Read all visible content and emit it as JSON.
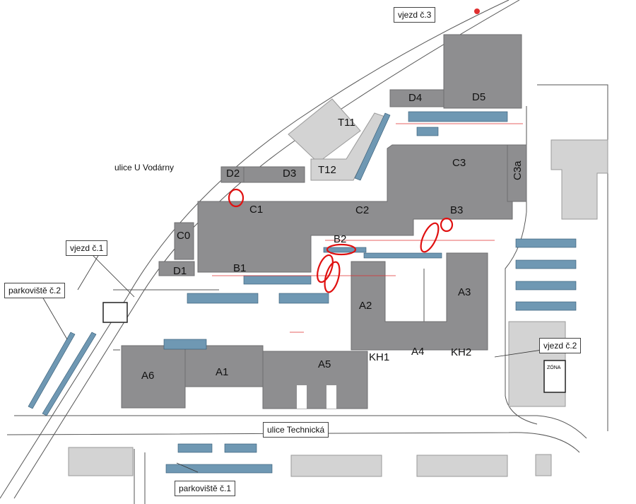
{
  "map": {
    "buildings": [
      "D5",
      "D4",
      "T11",
      "T12",
      "D2",
      "D3",
      "C1",
      "C2",
      "C3",
      "C3a",
      "B3",
      "B2",
      "C0",
      "D1",
      "B1",
      "A2",
      "A3",
      "A4",
      "KH1",
      "KH2",
      "A5",
      "A1",
      "A6"
    ],
    "labels": {
      "entrance3": "vjezd č.3",
      "street_vodarny": "ulice U Vodárny",
      "entrance1": "vjezd č.1",
      "parking2": "parkoviště č.2",
      "entrance2": "vjezd č.2",
      "street_technicka": "ulice Technická",
      "parking1": "parkoviště č.1"
    },
    "sign_text": "ZÓNA",
    "colors": {
      "building": "#8e8e90",
      "parking": "#6f98b3",
      "highlight": "#e01010",
      "annotation": "#e03030"
    }
  }
}
